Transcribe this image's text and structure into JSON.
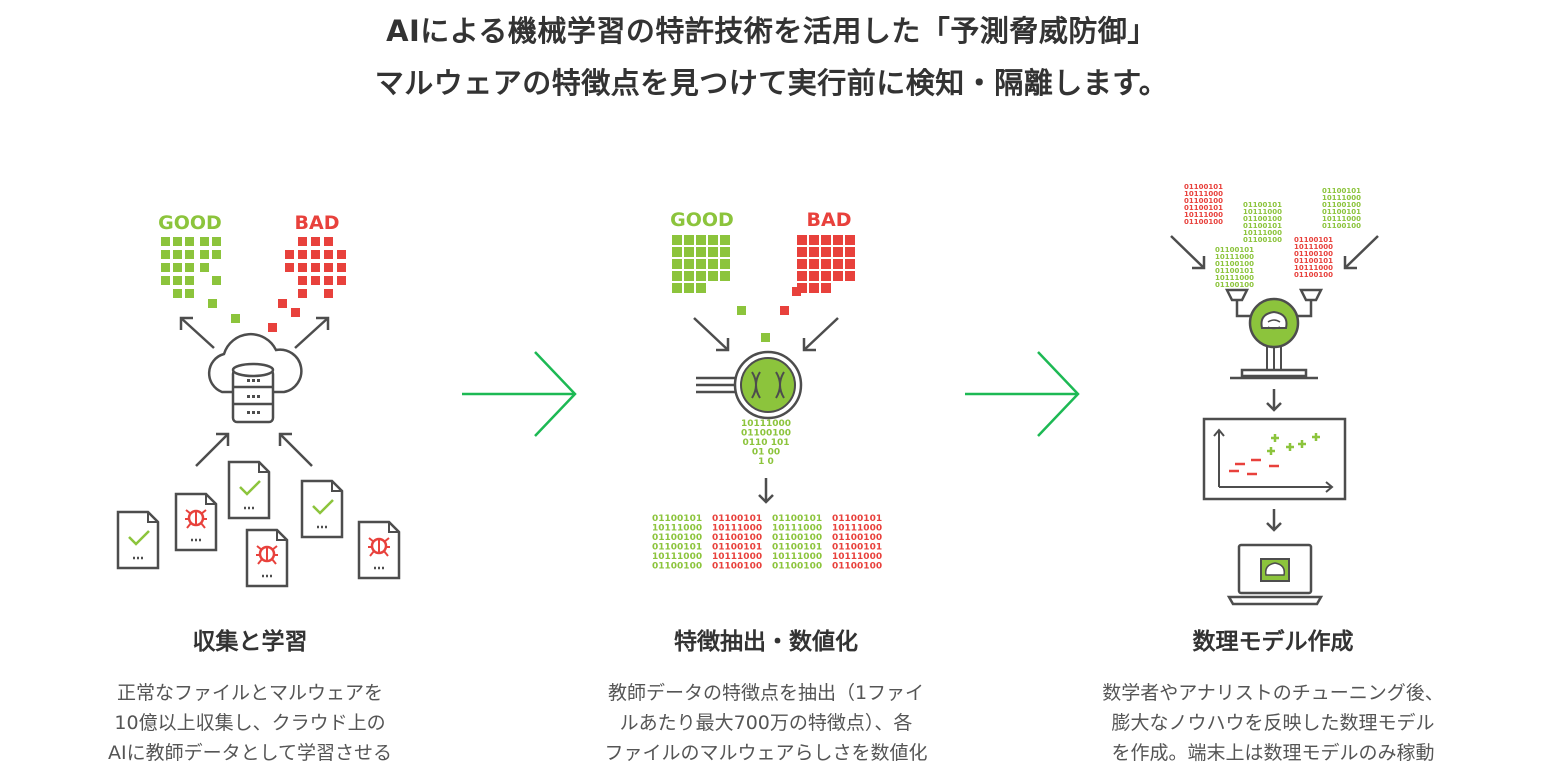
{
  "header": {
    "line1": "AIによる機械学習の特許技術を活用した「予測脅威防御」",
    "line2": "マルウェアの特徴点を見つけて実行前に検知・隔離します。"
  },
  "labels": {
    "good": "GOOD",
    "bad": "BAD"
  },
  "steps": [
    {
      "title": "収集と学習",
      "description": "正常なファイルとマルウェアを\n10億以上収集し、クラウド上の\nAIに教師データとして学習させる"
    },
    {
      "title": "特徴抽出・数値化",
      "description": "教師データの特徴点を抽出（1ファイ\nルあたり最大700万の特徴点）、各\nファイルのマルウェアらしさを数値化"
    },
    {
      "title": "数理モデル作成",
      "description": "数学者やアナリストのチューニング後、\n膨大なノウハウを反映した数理モデル\nを作成。端末上は数理モデルのみ稼動"
    }
  ],
  "binary_funnel": [
    "10111000",
    "01100100",
    "0110  101",
    "01    00",
    "1      0"
  ],
  "binary_columns": [
    [
      "01100101",
      "10111000",
      "01100100",
      "01100101",
      "10111000",
      "01100100"
    ],
    [
      "01100101",
      "10111000",
      "01100100",
      "01100101",
      "10111000",
      "01100100"
    ],
    [
      "01100101",
      "10111000",
      "01100100",
      "01100101",
      "10111000",
      "01100100"
    ],
    [
      "01100101",
      "10111000",
      "01100100",
      "01100101",
      "10111000",
      "01100100"
    ]
  ],
  "binary_snippet": [
    "01100101",
    "10111000",
    "01100100",
    "01100101",
    "10111000",
    "01100100"
  ],
  "colors": {
    "green": "#8cc43c",
    "red": "#e8413c",
    "arrow_green": "#1db954",
    "icon_gray": "#4d4d4d"
  },
  "icons": {
    "collect": "cloud-database-icon",
    "extract": "magnifier-dna-icon",
    "model": "robot-brain-icon",
    "chart": "scatter-chart-icon",
    "laptop": "laptop-brain-icon",
    "file_ok": "file-check-icon",
    "file_bug": "file-bug-icon"
  }
}
